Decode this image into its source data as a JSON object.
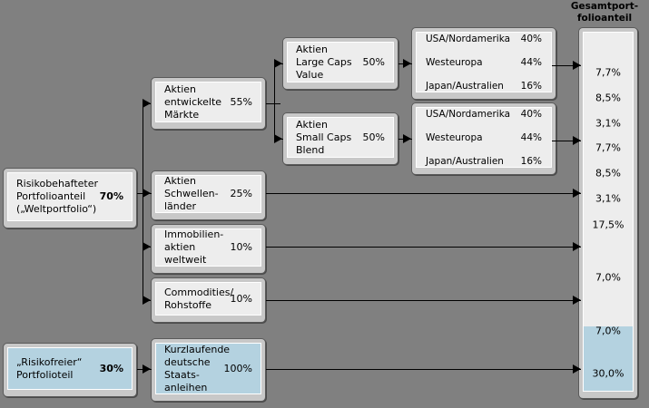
{
  "diagram": {
    "column_title": "Gesamtport-\nfolioanteil",
    "nodes": {
      "risky": {
        "lines": [
          "Risikobehafteter",
          "Portfolioanteil",
          "(„Weltportfolio“)"
        ],
        "pct": "70%"
      },
      "riskfree": {
        "lines": [
          "„Risikofreier“",
          "Portfolioteil"
        ],
        "pct": "30%"
      },
      "developed": {
        "lines": [
          "Aktien",
          "entwickelte",
          "Märkte"
        ],
        "pct": "55%"
      },
      "emerging": {
        "lines": [
          "Aktien",
          "Schwellen-",
          "länder"
        ],
        "pct": "25%"
      },
      "realestate": {
        "lines": [
          "Immobilien-",
          "aktien",
          "weltweit"
        ],
        "pct": "10%"
      },
      "commodities": {
        "lines": [
          "Commodities/",
          "Rohstoffe"
        ],
        "pct": "10%"
      },
      "govbonds": {
        "lines": [
          "Kurzlaufende",
          "deutsche",
          "Staats-",
          "anleihen"
        ],
        "pct": "100%"
      },
      "largecaps": {
        "lines": [
          "Aktien",
          "Large Caps",
          "Value"
        ],
        "pct": "50%"
      },
      "smallcaps": {
        "lines": [
          "Aktien",
          "Small Caps",
          "Blend"
        ],
        "pct": "50%"
      }
    },
    "regions_large": [
      {
        "name": "USA/Nordamerika",
        "pct": "40%"
      },
      {
        "name": "Westeuropa",
        "pct": "44%"
      },
      {
        "name": "Japan/Australien",
        "pct": "16%"
      }
    ],
    "regions_small": [
      {
        "name": "USA/Nordamerika",
        "pct": "40%"
      },
      {
        "name": "Westeuropa",
        "pct": "44%"
      },
      {
        "name": "Japan/Australien",
        "pct": "16%"
      }
    ],
    "results": [
      {
        "value": "7,7%"
      },
      {
        "value": "8,5%"
      },
      {
        "value": "3,1%"
      },
      {
        "value": "7,7%"
      },
      {
        "value": "8,5%"
      },
      {
        "value": "3,1%"
      },
      {
        "value": "17,5%"
      },
      {
        "value": "7,0%"
      },
      {
        "value": "7,0%"
      },
      {
        "value": "30,0%"
      }
    ],
    "colors": {
      "background": "#808080",
      "box_fill": "#ededed",
      "box_fill_blue": "#b4d2e0",
      "box_frame": "#c8c8c8",
      "line": "#000000"
    }
  }
}
